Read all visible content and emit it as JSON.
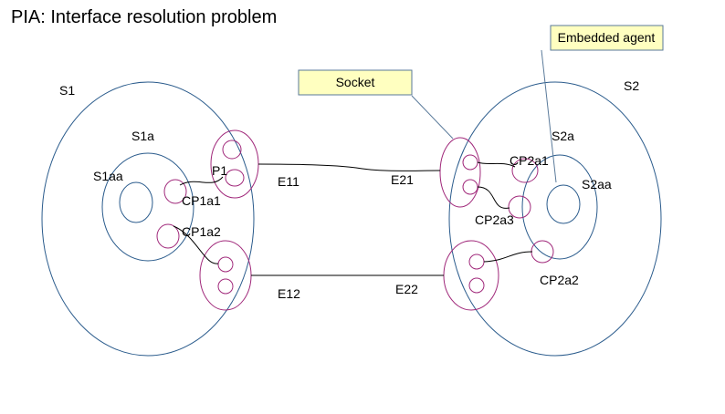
{
  "title": "PIA: Interface resolution problem",
  "colors": {
    "system": "#2a5b8c",
    "port": "#a0287a",
    "callout_fill": "#ffffc0",
    "callout_border": "#5a7a9a",
    "link": "#000000"
  },
  "systems": {
    "s1": "S1",
    "s1a": "S1a",
    "s1aa": "S1aa",
    "s2": "S2",
    "s2a": "S2a",
    "s2aa": "S2aa"
  },
  "ports": {
    "p1": "P1",
    "cp1a1": "CP1a1",
    "cp1a2": "CP1a2",
    "cp2a1": "CP2a1",
    "cp2a2": "CP2a2",
    "cp2a3": "CP2a3"
  },
  "edges": {
    "e11": "E11",
    "e12": "E12",
    "e21": "E21",
    "e22": "E22"
  },
  "callouts": {
    "socket": "Socket",
    "embedded_agent": "Embedded agent"
  }
}
